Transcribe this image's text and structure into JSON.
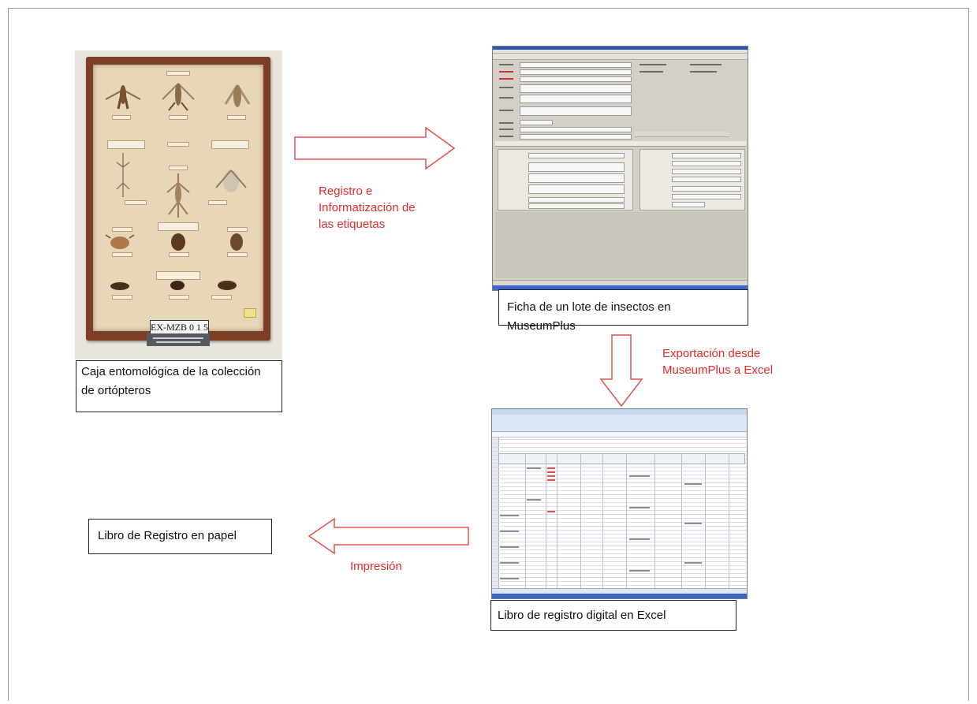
{
  "captions": {
    "box": "Caja entomológica de la colección de ortópteros",
    "museumplus": "Ficha de un lote de insectos en MuseumPlus",
    "excel": "Libro de registro digital en Excel",
    "paper": "Libro de Registro en papel"
  },
  "steps": {
    "registration": "Registro e Informatización de las etiquetas",
    "export": "Exportación desde MuseumPlus a Excel",
    "print": "Impresión"
  },
  "photo": {
    "tag_text": "EX-MZB",
    "tag_number": "0 1 5"
  },
  "colors": {
    "step_text": "#e52a2a",
    "arrow_stroke": "#e05050",
    "caption_border": "#222222"
  }
}
